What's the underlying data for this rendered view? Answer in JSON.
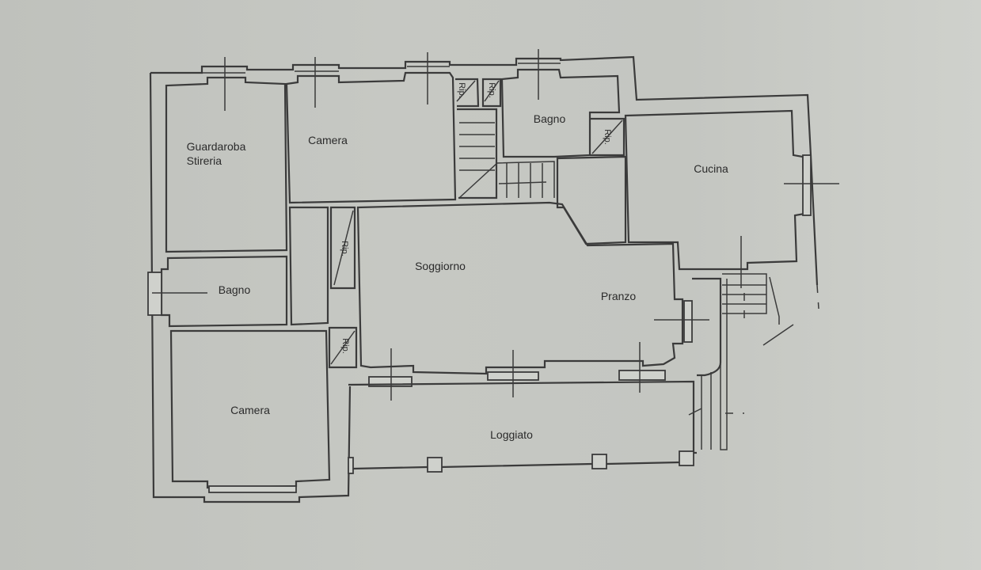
{
  "document": {
    "type": "floor plan",
    "colors": {
      "paper": "#c3c5c0",
      "line": "#3b3b3b"
    },
    "rooms": [
      {
        "id": "guardaroba",
        "label_line1": "Guardaroba",
        "label_line2": "Stireria"
      },
      {
        "id": "camera_top",
        "label": "Camera"
      },
      {
        "id": "bagno_top",
        "label": "Bagno"
      },
      {
        "id": "cucina",
        "label": "Cucina"
      },
      {
        "id": "bagno_left",
        "label": "Bagno"
      },
      {
        "id": "soggiorno",
        "label": "Soggiorno"
      },
      {
        "id": "pranzo",
        "label": "Pranzo"
      },
      {
        "id": "camera_bottom",
        "label": "Camera"
      },
      {
        "id": "loggiato",
        "label": "Loggiato"
      }
    ],
    "storage": [
      {
        "label": "Rip."
      },
      {
        "label": "Rip."
      },
      {
        "label": "Rip."
      },
      {
        "label": "Rip."
      },
      {
        "label": "Rip."
      }
    ]
  }
}
